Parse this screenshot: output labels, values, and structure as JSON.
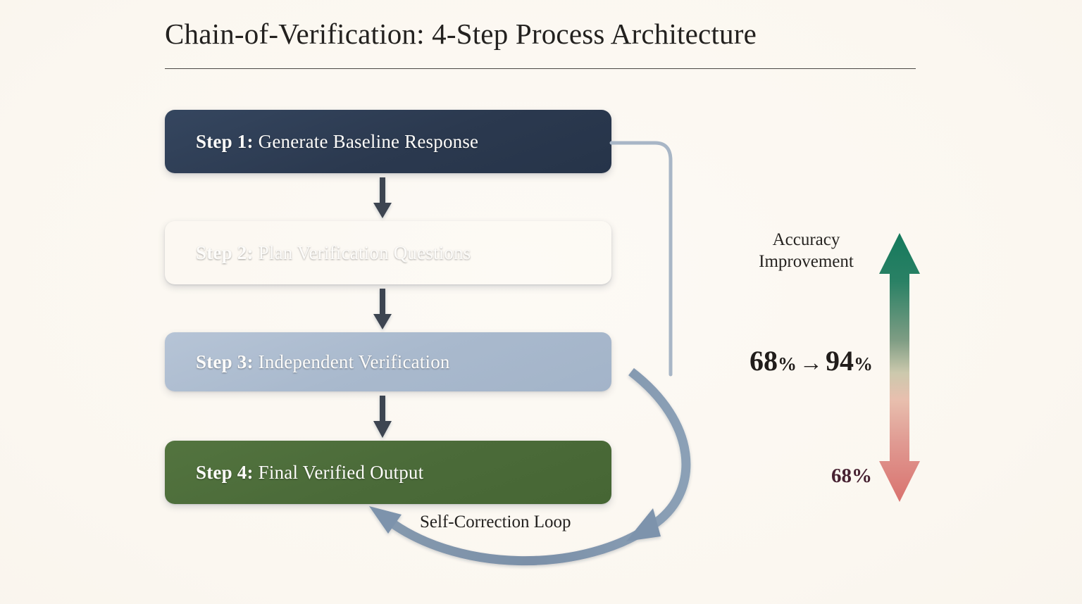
{
  "title": "Chain-of-Verification: 4-Step Process Architecture",
  "background_color": "#fbf7f0",
  "steps": [
    {
      "num": "Step 1:",
      "label": "Generate Baseline Response",
      "color": "#2b394f"
    },
    {
      "num": "Step 2:",
      "label": "Plan Verification Questions",
      "color": "#3d5275"
    },
    {
      "num": "Step 3:",
      "label": "Independent Verification",
      "color": "#a9b9cd"
    },
    {
      "num": "Step 4:",
      "label": "Final Verified Output",
      "color": "#4b6b39"
    }
  ],
  "loop": {
    "label": "Self-Correction Loop",
    "color": "#7d93ac"
  },
  "gauge": {
    "label_line1": "Accuracy",
    "label_line2": "Improvement",
    "from_value": "68",
    "from_unit": "%",
    "arrow_glyph": "→",
    "to_value": "94",
    "to_unit": "%",
    "baseline_label": "68%",
    "top_color": "#1f7a5e",
    "bottom_color": "#d9726e",
    "baseline_text_color": "#472232"
  },
  "connector": {
    "name": "step1-to-step3-feedback",
    "color": "#a8b6c6"
  },
  "flow_arrows_color": "#3c4551",
  "chart_data": {
    "type": "diagram",
    "title": "Chain-of-Verification: 4-Step Process Architecture",
    "nodes": [
      "Generate Baseline Response",
      "Plan Verification Questions",
      "Independent Verification",
      "Final Verified Output"
    ],
    "edges": [
      {
        "from": "Step 1",
        "to": "Step 2",
        "kind": "sequential"
      },
      {
        "from": "Step 2",
        "to": "Step 3",
        "kind": "sequential"
      },
      {
        "from": "Step 3",
        "to": "Step 4",
        "kind": "sequential"
      },
      {
        "from": "Step 1",
        "to": "Step 3",
        "kind": "feedback"
      },
      {
        "from": "Step 3",
        "to": "Step 4",
        "kind": "self-correction-loop",
        "label": "Self-Correction Loop"
      }
    ],
    "metrics": {
      "accuracy_before": 68,
      "accuracy_after": 94,
      "unit": "%"
    }
  }
}
